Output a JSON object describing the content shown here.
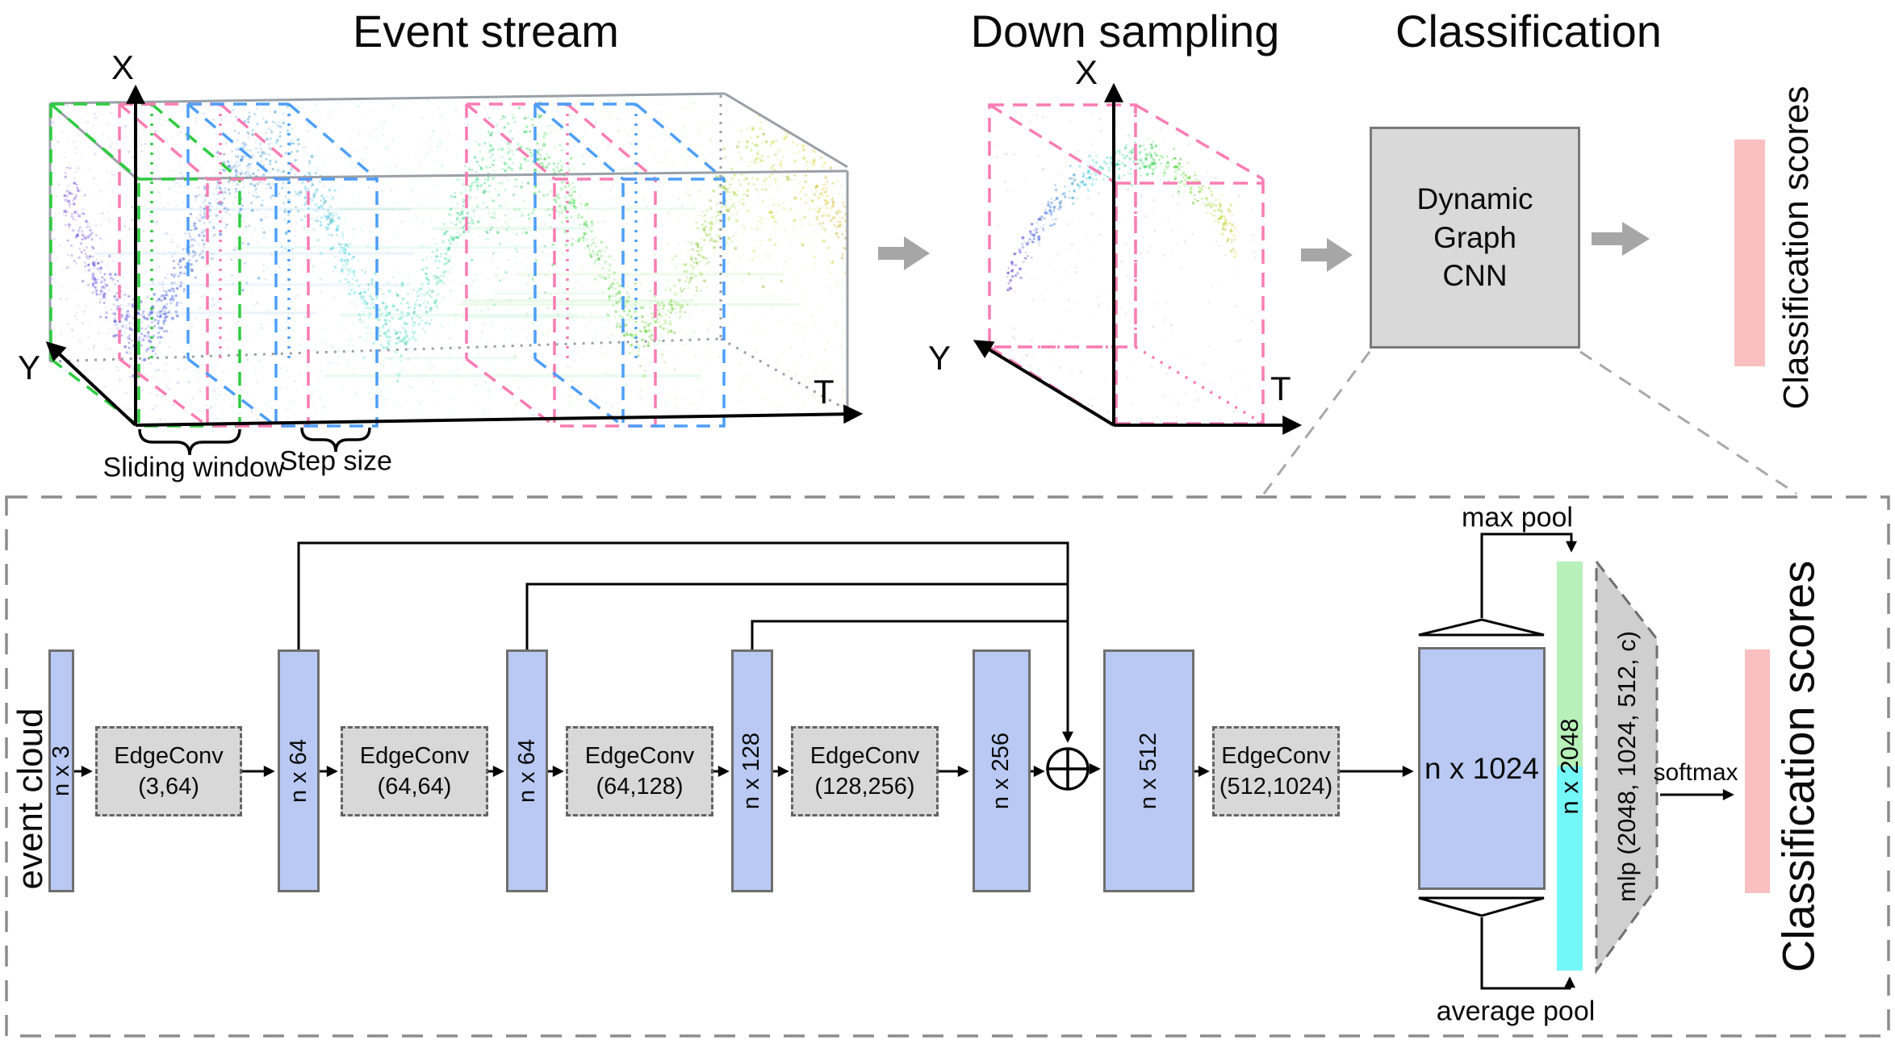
{
  "titles": {
    "event_stream": "Event stream",
    "down_sampling": "Down sampling",
    "classification": "Classification"
  },
  "event_plot": {
    "x_label": "X",
    "y_label": "Y",
    "t_label": "T",
    "sliding_window_label": "Sliding window",
    "step_size_label": "Step size"
  },
  "down_plot": {
    "x_label": "X",
    "y_label": "Y",
    "t_label": "T"
  },
  "classification": {
    "box_line1": "Dynamic Graph",
    "box_line2": "CNN",
    "scores_label": "Classification scores"
  },
  "pipeline": {
    "input_label": "event cloud",
    "nodes": [
      {
        "label": "n x 3"
      },
      {
        "label": "EdgeConv",
        "params": "(3,64)"
      },
      {
        "label": "n x 64"
      },
      {
        "label": "EdgeConv",
        "params": "(64,64)"
      },
      {
        "label": "n x 64"
      },
      {
        "label": "EdgeConv",
        "params": "(64,128)"
      },
      {
        "label": "n x 128"
      },
      {
        "label": "EdgeConv",
        "params": "(128,256)"
      },
      {
        "label": "n x 256"
      },
      {
        "label": "n x 512"
      },
      {
        "label": "EdgeConv",
        "params": "(512,1024)"
      },
      {
        "label": "n x 1024"
      },
      {
        "label": "n x 2048"
      }
    ],
    "max_pool_label": "max pool",
    "average_pool_label": "average pool",
    "softmax_label": "softmax",
    "mlp_label": "mlp (2048, 1024, 512, c)",
    "scores_label": "Classification scores"
  },
  "colors": {
    "bar_blue": "#b9c9f3",
    "box_gray": "#d8d8d8",
    "pool_green": "#b7f0b9",
    "pool_cyan": "#74f7f7",
    "scores_pink": "#f9bfc1",
    "window_green": "#2ecc40",
    "window_pink": "#fa7cb4",
    "window_blue": "#4d9ef7",
    "cube_gray": "#9aa0a8"
  },
  "chart_data": {
    "type": "scatter",
    "title": "Event stream spatio-temporal point cloud (X,Y,T) with sliding windows, and its down-sampled event cloud",
    "seed": 7,
    "event_stream": {
      "description": "Dense event points forming ~2.5 periods of a sine wave along T, colored by time from indigo/blue to cyan, green, yellow, orange",
      "clip": [
        [
          62,
          128
        ],
        [
          898,
          116
        ],
        [
          1050,
          207
        ],
        [
          1050,
          512
        ],
        [
          170,
          528
        ],
        [
          62,
          448
        ]
      ],
      "x_range": [
        80,
        1058
      ],
      "crest_x": 330,
      "period": 315,
      "amplitude": 136,
      "midline": 272,
      "band_points": 2300,
      "band_sigma": 22,
      "bulge": 85,
      "noise_points": 2600,
      "noise_alpha": 0.16,
      "streaks": 16,
      "hue_range": [
        258,
        46
      ],
      "windows_front_left_x": [
        172,
        257,
        342,
        687,
        772
      ],
      "window_colors": [
        "#2ecc40",
        "#fa7cb4",
        "#4d9ef7",
        "#fa7cb4",
        "#4d9ef7"
      ]
    },
    "down_sampled": {
      "description": "Sparse down-sampled events: one arch rising from blue cluster to green apex then falling to yellow/orange",
      "clip": [
        [
          1226,
          130
        ],
        [
          1407,
          130
        ],
        [
          1565,
          222
        ],
        [
          1565,
          525
        ],
        [
          1380,
          527
        ],
        [
          1226,
          430
        ]
      ],
      "x_range": [
        1248,
        1532
      ],
      "apex_x": 1405,
      "apex_y": 197,
      "k": 0.0062,
      "band_points": 430,
      "band_sigma": 11,
      "noise_points": 260,
      "hue_range": [
        256,
        58
      ]
    },
    "network_feature_sizes": [
      "n x 3",
      "n x 64",
      "n x 64",
      "n x 128",
      "n x 256",
      "n x 512",
      "n x 1024",
      "n x 2048"
    ],
    "edgeconv_layers": [
      "(3,64)",
      "(64,64)",
      "(64,128)",
      "(128,256)",
      "(512,1024)"
    ],
    "classifier_mlp": "mlp (2048, 1024, 512, c)"
  }
}
